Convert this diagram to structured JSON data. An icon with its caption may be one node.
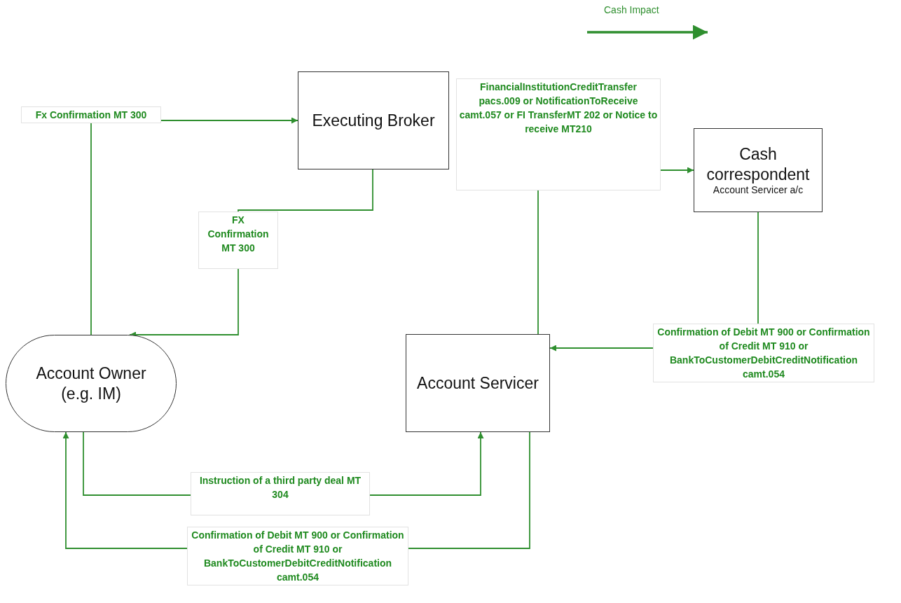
{
  "diagram": {
    "nodes": [
      {
        "text": [
          "Executing Broker"
        ]
      },
      {
        "text": [
          "Cash correspondent",
          "Account Servicer a/c"
        ]
      },
      {
        "text": [
          "Account Owner (e.g. IM)"
        ]
      },
      {
        "text": [
          "Account Servicer"
        ]
      }
    ],
    "edges": [
      {
        "from": 2,
        "to": 0,
        "arrow": "to",
        "label": "Fx Confirmation MT 300"
      },
      {
        "from": 0,
        "to": 2,
        "arrow": "to",
        "label": "FX Confirmation MT 300"
      },
      {
        "from": 3,
        "to": 1,
        "arrow": "to",
        "label": "FinancialInstitutionCreditTransfer pacs.009 or NotificationToReceive camt.057 or FI TransferMT 202 or Notice to receive MT210"
      },
      {
        "from": 1,
        "to": 3,
        "arrow": "to",
        "label": "Confirmation of Debit MT 900 or Confirmation of Credit MT 910 or BankToCustomerDebitCreditNotification camt.054"
      },
      {
        "from": 2,
        "to": 3,
        "arrow": "to",
        "label": "Instruction of a third party deal MT 304"
      },
      {
        "from": 3,
        "to": 2,
        "arrow": "to",
        "label": "Confirmation of Debit MT 900 or Confirmation of Credit MT 910 or BankToCustomerDebitCreditNotification camt.054"
      }
    ],
    "legend": [
      {
        "text": "Cash Impact"
      }
    ]
  }
}
